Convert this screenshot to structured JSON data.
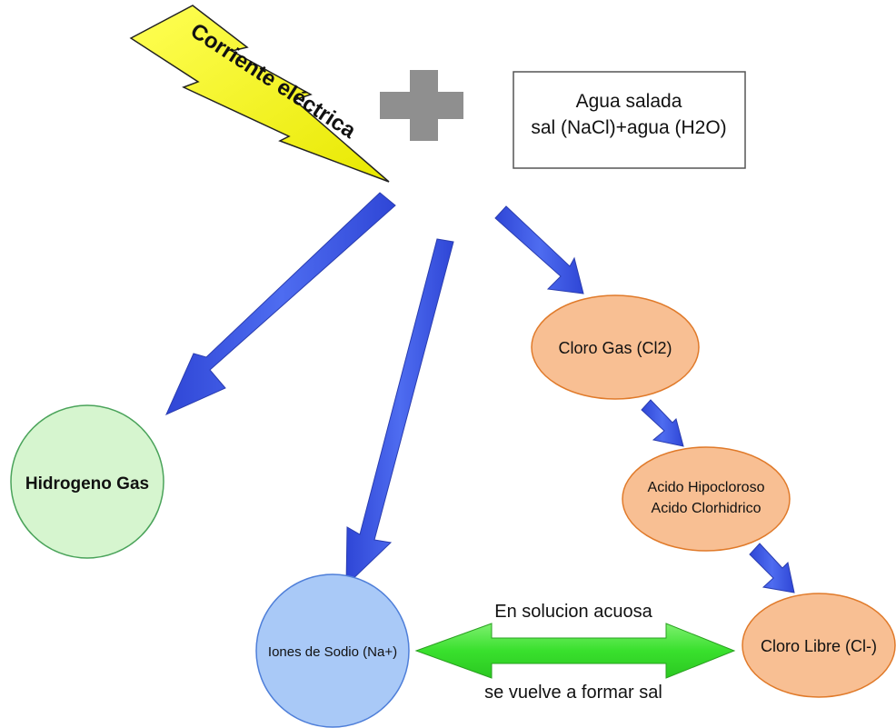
{
  "bolt": {
    "label": "Corriente eléctrica"
  },
  "input_box": {
    "line1": "Agua salada",
    "line2": "sal (NaCl)+agua (H2O)"
  },
  "nodes": {
    "hydrogen": "Hidrogeno Gas",
    "sodium": "Iones de Sodio (Na+)",
    "chlorine_gas": "Cloro Gas (Cl2)",
    "acids_line1": "Acido Hipocloroso",
    "acids_line2": "Acido Clorhidrico",
    "free_chlorine": "Cloro Libre (Cl-)"
  },
  "link": {
    "top": "En solucion acuosa",
    "bottom": "se vuelve a formar sal"
  },
  "colors": {
    "bolt": "#f7f71b",
    "plus": "#8f8f8f",
    "arrow": "#3f5be3",
    "green_node": "#d6f5cf",
    "green_stroke": "#4aa35a",
    "blue_node": "#a9c9f7",
    "blue_stroke": "#4f7fd9",
    "orange_node": "#f8bf93",
    "orange_stroke": "#e07a2a",
    "double_arrow": "#39e02d"
  }
}
